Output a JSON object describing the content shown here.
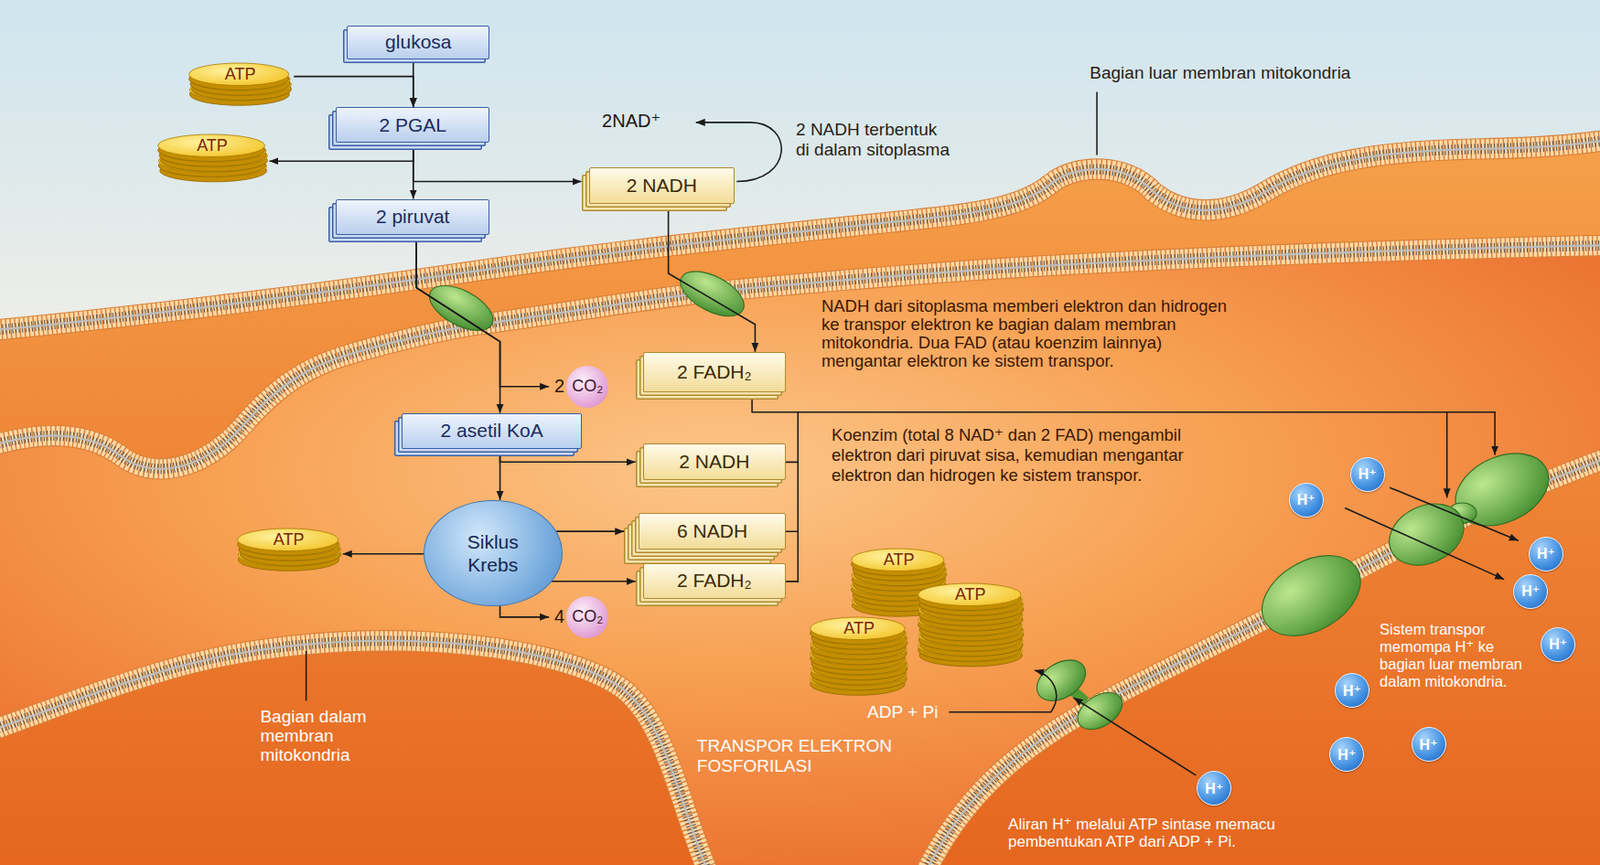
{
  "diagram": {
    "nodes": [
      {
        "text": [
          "glukosa"
        ]
      },
      {
        "text": [
          "ATP"
        ]
      },
      {
        "text": [
          "2 PGAL"
        ]
      },
      {
        "text": [
          "ATP"
        ]
      },
      {
        "text": [
          "2 NADH"
        ]
      },
      {
        "text": [
          "2 piruvat"
        ]
      },
      {
        "text": [
          "2",
          "CO₂"
        ]
      },
      {
        "text": [
          "2 FADH₂"
        ]
      },
      {
        "text": [
          "2 asetil KoA"
        ]
      },
      {
        "text": [
          "2 NADH"
        ]
      },
      {
        "text": [
          "ATP"
        ]
      },
      {
        "text": [
          "Siklus Krebs"
        ]
      },
      {
        "text": [
          "6 NADH"
        ]
      },
      {
        "text": [
          "2 FADH₂"
        ]
      },
      {
        "text": [
          "4",
          "CO₂"
        ]
      },
      {
        "text": [
          "ATP"
        ]
      },
      {
        "text": [
          "ATP"
        ]
      },
      {
        "text": [
          "ATP"
        ]
      },
      {
        "text": [
          "H⁺"
        ]
      },
      {
        "text": [
          "H⁺"
        ]
      },
      {
        "text": [
          "H⁺"
        ]
      },
      {
        "text": [
          "H⁺"
        ]
      },
      {
        "text": [
          "H⁺"
        ]
      },
      {
        "text": [
          "H⁺"
        ]
      },
      {
        "text": [
          "H⁺"
        ]
      },
      {
        "text": [
          "H⁺"
        ]
      },
      {
        "text": [
          "H⁺"
        ]
      }
    ],
    "edges": [
      {
        "from": 0,
        "to": 2,
        "arrow": "to"
      },
      {
        "from": 1,
        "to": 2,
        "arrow": "to"
      },
      {
        "from": 2,
        "to": 3,
        "arrow": "to"
      },
      {
        "from": 2,
        "to": 5,
        "arrow": "to"
      },
      {
        "from": 2,
        "to": 4,
        "arrow": "to"
      },
      {
        "from": 4,
        "to": 7,
        "arrow": "to"
      },
      {
        "from": 5,
        "to": 8,
        "arrow": "to"
      },
      {
        "from": 5,
        "to": 6,
        "arrow": "to"
      },
      {
        "from": 8,
        "to": 9,
        "arrow": "to"
      },
      {
        "from": 8,
        "to": 11,
        "arrow": "to"
      },
      {
        "from": 11,
        "to": 10,
        "arrow": "to"
      },
      {
        "from": 11,
        "to": 12,
        "arrow": "to"
      },
      {
        "from": 11,
        "to": 13,
        "arrow": "to"
      },
      {
        "from": 11,
        "to": 14,
        "arrow": "to"
      }
    ],
    "labels": [
      "Bagian luar membran mitokondria",
      "2NAD⁺",
      "2 NADH terbentuk di dalam sitoplasma",
      "NADH dari sitoplasma memberi elektron dan hidrogen ke transpor elektron ke bagian dalam membran mitokondria. Dua FAD (atau koenzim lainnya) mengantar elektron ke sistem transpor.",
      "Koenzim (total 8 NAD⁺ dan 2 FAD) mengambil elektron dari piruvat sisa, kemudian mengantar elektron dan hidrogen ke sistem transpor.",
      "Bagian dalam membran mitokondria",
      "ADP + Pi",
      "TRANSPOR ELEKTRON FOSFORILASI",
      "Sistem transpor memompa H⁺ ke bagian luar membran dalam mitokondria.",
      "Aliran H⁺ melalui ATP sintase memacu pembentukan ATP dari ADP + Pi."
    ]
  }
}
